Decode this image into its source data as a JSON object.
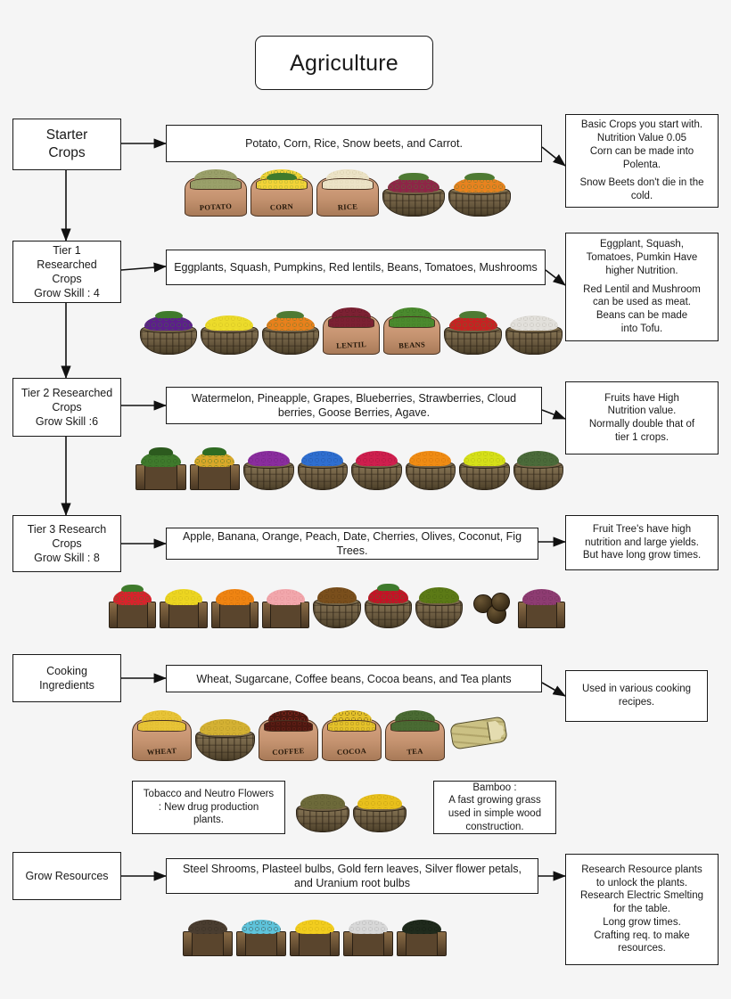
{
  "title": "Agriculture",
  "stages": [
    {
      "id": "starter",
      "label": "Starter\nCrops",
      "list": "Potato, Corn, Rice, Snow beets, and Carrot.",
      "note": [
        "Basic Crops you start with.\nNutrition Value 0.05\nCorn can be made into\nPolenta.",
        "Snow Beets don't die in the\ncold."
      ],
      "crops": [
        {
          "name": "Potato",
          "container": "sack",
          "sack_label": "POTATO",
          "color": "#9aa06a",
          "detail": "#7e8450"
        },
        {
          "name": "Corn",
          "container": "sack",
          "sack_label": "CORN",
          "color": "#f2d338",
          "detail": "#3f7a2c"
        },
        {
          "name": "Rice",
          "container": "sack",
          "sack_label": "RICE",
          "color": "#ece3c6",
          "detail": "#cfc4a0"
        },
        {
          "name": "Snow beets",
          "container": "basket",
          "color": "#8e2547",
          "detail": "#4e7a33"
        },
        {
          "name": "Carrot",
          "container": "basket",
          "color": "#e8821f",
          "detail": "#4e7a33"
        }
      ]
    },
    {
      "id": "tier1",
      "label": "Tier 1\nResearched\nCrops\nGrow Skill : 4",
      "list": "Eggplants, Squash, Pumpkins, Red lentils, Beans, Tomatoes, Mushrooms",
      "note": [
        "Eggplant, Squash,\nTomatoes, Pumkin Have\nhigher Nutrition.",
        "Red Lentil and Mushroom\ncan be used as meat.\nBeans can be made\ninto Tofu."
      ],
      "crops": [
        {
          "name": "Eggplant",
          "container": "basket",
          "color": "#5c1f8a",
          "detail": "#3f7a2c"
        },
        {
          "name": "Squash",
          "container": "basket",
          "color": "#ecdb2b",
          "detail": "#c9b81e"
        },
        {
          "name": "Pumpkin",
          "container": "basket",
          "color": "#e8801c",
          "detail": "#4e7a33"
        },
        {
          "name": "Red lentil",
          "container": "sack",
          "sack_label": "LENTIL",
          "color": "#7c2133",
          "detail": "#5a1522"
        },
        {
          "name": "Beans",
          "container": "sack",
          "sack_label": "BEANS",
          "color": "#4b8a2e",
          "detail": "#326a1e"
        },
        {
          "name": "Tomatoes",
          "container": "basket",
          "color": "#c62222",
          "detail": "#4e7a33"
        },
        {
          "name": "Mushrooms",
          "container": "basket",
          "color": "#e2e0db",
          "detail": "#b9b6ad"
        }
      ]
    },
    {
      "id": "tier2",
      "label": "Tier 2 Researched\nCrops\nGrow Skill :6",
      "list": "Watermelon, Pineapple, Grapes, Blueberries, Strawberries, Cloud\nberries, Goose Berries,  Agave.",
      "note": [
        "Fruits have High\nNutrition value.\nNormally double that of\ntier 1 crops."
      ],
      "crops": [
        {
          "name": "Watermelon",
          "container": "crate",
          "color": "#3f7a2c",
          "detail": "#2c5a1e"
        },
        {
          "name": "Pineapple",
          "container": "crate",
          "color": "#d9a82a",
          "detail": "#2f6b22"
        },
        {
          "name": "Grapes",
          "container": "basket",
          "color": "#8a2d9e",
          "detail": "#6a1f7c"
        },
        {
          "name": "Blueberries",
          "container": "basket",
          "color": "#2f6fd0",
          "detail": "#1f4f9c"
        },
        {
          "name": "Strawberries",
          "container": "basket",
          "color": "#cf1f4e",
          "detail": "#9c133a"
        },
        {
          "name": "Cloud berries",
          "container": "basket",
          "color": "#f08c14",
          "detail": "#c76c08"
        },
        {
          "name": "Goose Berries",
          "container": "basket",
          "color": "#d6e019",
          "detail": "#a8b010"
        },
        {
          "name": "Agave",
          "container": "basket",
          "color": "#4b6b3a",
          "detail": "#36502a"
        }
      ]
    },
    {
      "id": "tier3",
      "label": "Tier 3 Research\nCrops\nGrow Skill : 8",
      "list": "Apple, Banana, Orange, Peach, Date, Cherries, Olives, Coconut, Fig Trees.",
      "note": [
        "Fruit Tree's have high\nnutrition and large yields.\nBut have long grow times."
      ],
      "crops": [
        {
          "name": "Apple",
          "container": "crate",
          "color": "#d8222c",
          "detail": "#3f7a2c"
        },
        {
          "name": "Banana",
          "container": "crate",
          "color": "#ecd521",
          "detail": "#c9b41a"
        },
        {
          "name": "Orange",
          "container": "crate",
          "color": "#ef8412",
          "detail": "#c96a08"
        },
        {
          "name": "Peach",
          "container": "crate",
          "color": "#f2a7ac",
          "detail": "#de8a90"
        },
        {
          "name": "Date",
          "container": "basket",
          "color": "#7a4f1c",
          "detail": "#5c3a12"
        },
        {
          "name": "Cherries",
          "container": "basket",
          "color": "#c41226",
          "detail": "#3f7a2c"
        },
        {
          "name": "Olives",
          "container": "basket",
          "color": "#5c7a16",
          "detail": "#44600f"
        },
        {
          "name": "Coconut",
          "container": "none",
          "color": "#4a3a1e",
          "detail": "#2c2110"
        },
        {
          "name": "Fig",
          "container": "crate",
          "color": "#8e3c72",
          "detail": "#6b2a56"
        }
      ]
    },
    {
      "id": "cooking",
      "label": "Cooking Ingredients",
      "list": "Wheat, Sugarcane, Coffee beans, Cocoa beans, and Tea plants",
      "note": [
        "Used in various cooking\nrecipes."
      ],
      "crops": [
        {
          "name": "Wheat",
          "container": "sack",
          "sack_label": "WHEAT",
          "color": "#e8c437",
          "detail": "#c9a41e"
        },
        {
          "name": "Sugarcane",
          "container": "basket",
          "color": "#d4b133",
          "detail": "#a98c22"
        },
        {
          "name": "Coffee",
          "container": "sack",
          "sack_label": "COFFEE",
          "color": "#4a1810",
          "detail": "#c4332a"
        },
        {
          "name": "Cocoa",
          "container": "sack",
          "sack_label": "COCOA",
          "color": "#e5c22a",
          "detail": "#3a2a12"
        },
        {
          "name": "Tea",
          "container": "sack",
          "sack_label": "TEA",
          "color": "#4a6b33",
          "detail": "#33501f"
        },
        {
          "name": "Bamboo",
          "container": "bamboo",
          "color": "#cbc184",
          "detail": "#8e8450"
        }
      ]
    },
    {
      "id": "resources",
      "label": "Grow Resources",
      "list": "Steel Shrooms, Plasteel bulbs, Gold fern leaves, Silver flower petals,\nand Uranium root bulbs",
      "note": [
        "Research Resource plants\nto unlock the plants.\nResearch Electric Smelting\nfor the table.\nLong grow times.\nCrafting req. to make\nresources."
      ],
      "crops": [
        {
          "name": "Steel Shrooms",
          "container": "crate",
          "color": "#4a3d30",
          "detail": "#332a20"
        },
        {
          "name": "Plasteel bulbs",
          "container": "crate",
          "color": "#5ec4dc",
          "detail": "#3a2a1c"
        },
        {
          "name": "Gold fern leaves",
          "container": "crate",
          "color": "#f2cd1f",
          "detail": "#c9a70f"
        },
        {
          "name": "Silver flower petals",
          "container": "crate",
          "color": "#d8d8d8",
          "detail": "#a8a8a8"
        },
        {
          "name": "Uranium root bulbs",
          "container": "crate",
          "color": "#1f2a1c",
          "detail": "#111a10"
        }
      ]
    }
  ],
  "extras": {
    "tobacco_note": "Tobacco and Neutro Flowers\n: New drug production\nplants.",
    "bamboo_note": "Bamboo :\nA fast growing grass\nused in simple wood\nconstruction.",
    "tobacco_crops": [
      {
        "name": "Tobacco",
        "container": "basket",
        "color": "#6d6a3a",
        "detail": "#55522c"
      },
      {
        "name": "Neutro Flower",
        "container": "basket",
        "color": "#e8c01c",
        "detail": "#b89410"
      }
    ]
  },
  "colors": {
    "background": "#f5f5f5",
    "box_fill": "#ffffff",
    "stroke": "#1a1a1a"
  }
}
